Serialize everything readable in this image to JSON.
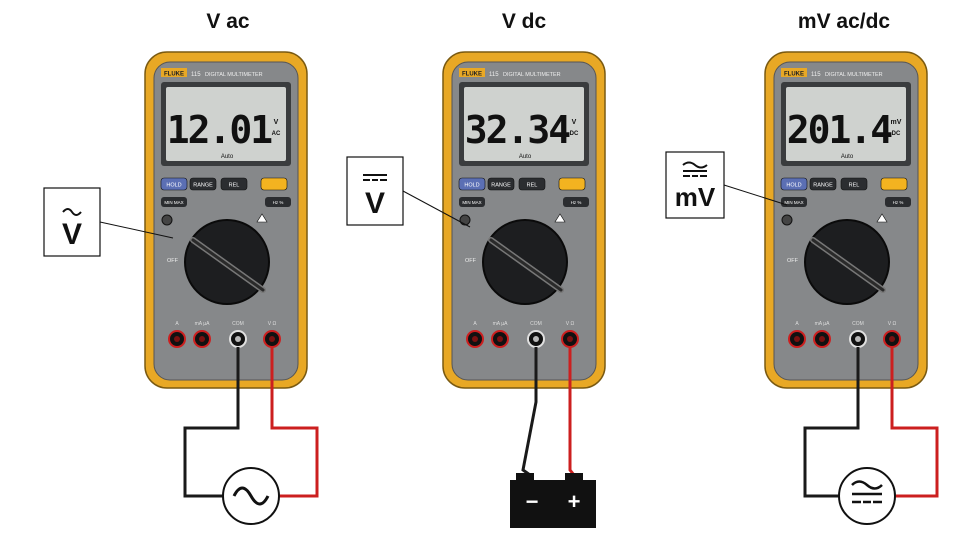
{
  "panels": [
    {
      "title": "V ac",
      "reading": "12.01",
      "unit_top": "V",
      "unit_bottom": "AC",
      "range_mode": "Auto",
      "callout_symbol": "Ṽ",
      "source_type": "ac-source"
    },
    {
      "title": "V dc",
      "reading": "32.34",
      "unit_top": "V",
      "unit_bottom": "DC",
      "range_mode": "Auto",
      "callout_symbol": "V",
      "source_type": "battery"
    },
    {
      "title": "mV ac/dc",
      "reading": "201.4",
      "unit_top": "mV",
      "unit_bottom": "DC",
      "range_mode": "Auto",
      "callout_symbol": "mV",
      "source_type": "ac-dc-source"
    }
  ],
  "meter": {
    "brand": "FLUKE",
    "model": "115",
    "subtitle": "DIGITAL MULTIMETER",
    "buttons": [
      "HOLD",
      "RANGE",
      "REL",
      ""
    ],
    "small_buttons": [
      "MIN MAX",
      "Hz %"
    ],
    "dial_off_label": "OFF",
    "jacks": [
      "A",
      "mA µA",
      "COM",
      "V Ω"
    ]
  },
  "battery": {
    "negative": "−",
    "positive": "+"
  },
  "colors": {
    "case": "#e8a825",
    "body": "#86888a",
    "lcd": "#cfd2cf",
    "probe_red": "#cc1f1f",
    "probe_black": "#1a1a1a",
    "hold_button": "#5b6fb4",
    "yellow_button": "#f3b320"
  }
}
